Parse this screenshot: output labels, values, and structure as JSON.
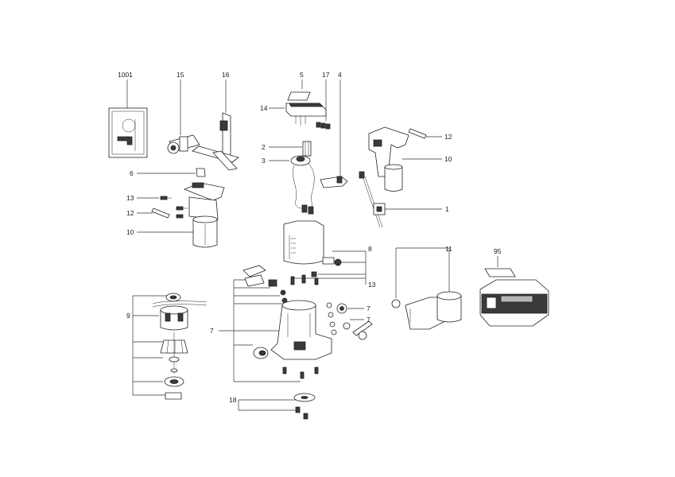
{
  "labels": {
    "l1001": "1001",
    "l15": "15",
    "l16": "16",
    "l5": "5",
    "l17": "17",
    "l4": "4",
    "l14": "14",
    "l2": "2",
    "l3": "3",
    "l6": "6",
    "l12a": "12",
    "l10a": "10",
    "l1": "1",
    "l13a": "13",
    "l12b": "12",
    "l10b": "10",
    "l8": "8",
    "l13b": "13",
    "l11": "11",
    "l95": "95",
    "l9": "9",
    "l7a": "7",
    "l7b": "7",
    "l7c": "7",
    "l18": "18"
  }
}
